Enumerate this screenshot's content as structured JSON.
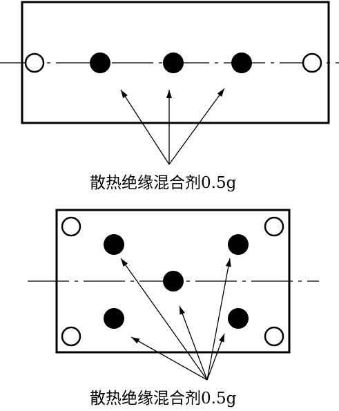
{
  "figure": {
    "top_label": "散热绝缘混合剂0.5g",
    "bottom_label": "散热绝缘混合剂0.5g",
    "top_component": {
      "holes": [
        {
          "type": "mounting-hole"
        },
        {
          "type": "compound-dot"
        },
        {
          "type": "compound-dot"
        },
        {
          "type": "compound-dot"
        },
        {
          "type": "mounting-hole"
        }
      ]
    },
    "bottom_component": {
      "holes": [
        {
          "type": "mounting-hole"
        },
        {
          "type": "mounting-hole"
        },
        {
          "type": "compound-dot"
        },
        {
          "type": "compound-dot"
        },
        {
          "type": "compound-dot"
        },
        {
          "type": "compound-dot"
        },
        {
          "type": "compound-dot"
        },
        {
          "type": "mounting-hole"
        },
        {
          "type": "mounting-hole"
        }
      ]
    },
    "colors": {
      "ink": "#000000",
      "background": "#ffffff"
    }
  }
}
